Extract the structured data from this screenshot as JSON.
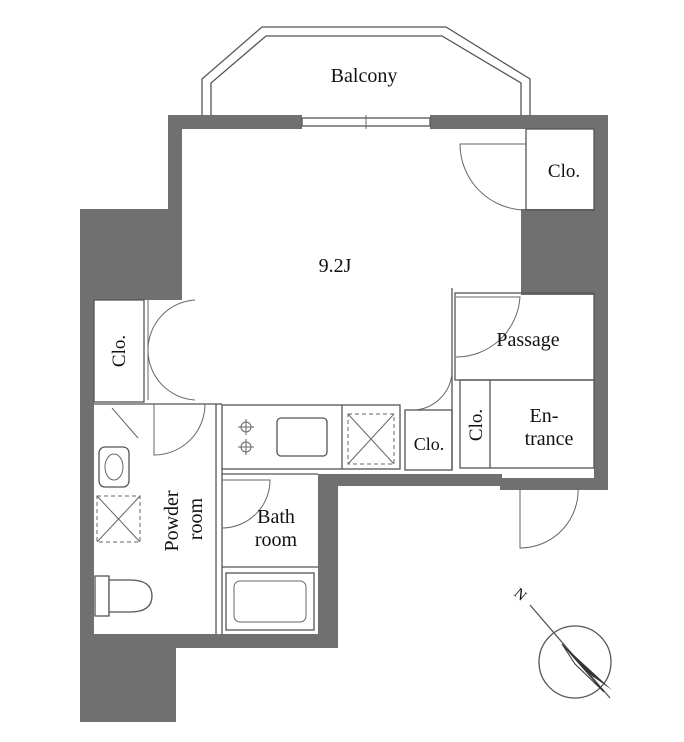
{
  "rooms": {
    "balcony": "Balcony",
    "main_room": "9.2J",
    "closet_top_right": "Clo.",
    "closet_left": "Clo.",
    "passage": "Passage",
    "closet_entrance": "Clo.",
    "closet_small": "Clo.",
    "entrance_line1": "En-",
    "entrance_line2": "trance",
    "bath_line1": "Bath",
    "bath_line2": "room",
    "powder_line1": "Powder",
    "powder_line2": "room"
  },
  "compass": {
    "north_label": "N"
  },
  "colors": {
    "wall": "#707070",
    "line": "#555555",
    "background": "#ffffff"
  }
}
